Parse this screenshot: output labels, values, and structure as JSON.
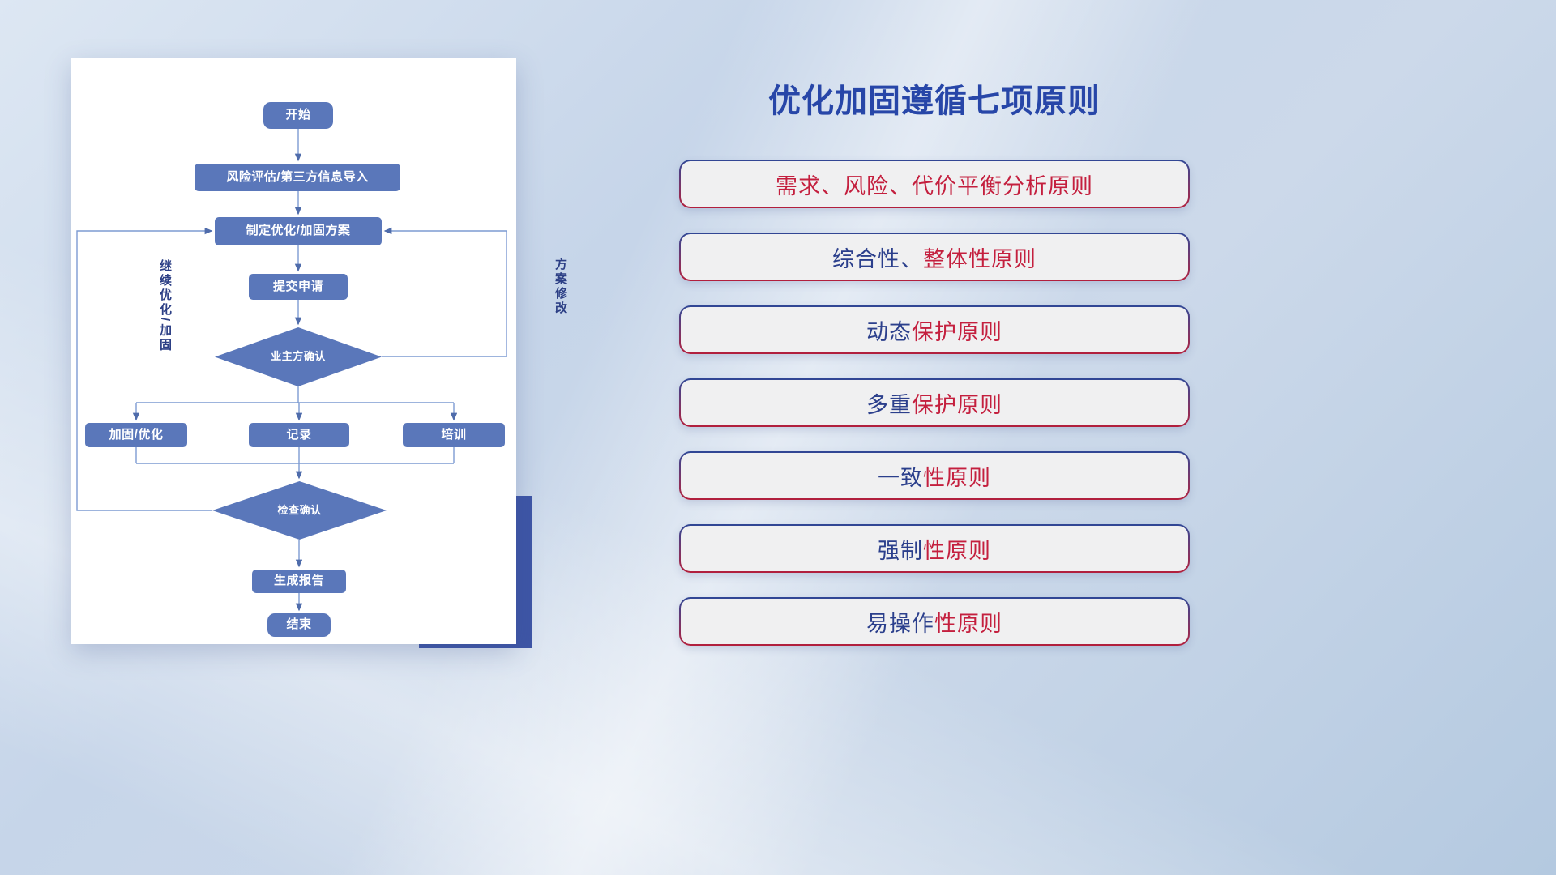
{
  "slide": {
    "title": "优化加固遵循七项原则"
  },
  "flowchart": {
    "nodes": {
      "start": "开始",
      "risk_import": "风险评估/第三方信息导入",
      "make_plan": "制定优化/加固方案",
      "submit": "提交申请",
      "owner_confirm": "业主方确认",
      "reinforce": "加固/优化",
      "record": "记录",
      "training": "培训",
      "check_confirm": "检查确认",
      "report": "生成报告",
      "end": "结束"
    },
    "edge_labels": {
      "continue_loop": "继续优化/加固",
      "revise_loop": "方案修改"
    }
  },
  "principles": {
    "items": [
      {
        "lead": "",
        "tail": "需求、风险、代价平衡分析原则"
      },
      {
        "lead": "综合性、",
        "tail": "整体性原则"
      },
      {
        "lead": "动态",
        "tail": "保护原则"
      },
      {
        "lead": "多重",
        "tail": "保护原则"
      },
      {
        "lead": "一致",
        "tail": "性原则"
      },
      {
        "lead": "强制",
        "tail": "性原则"
      },
      {
        "lead": "易操作",
        "tail": "性原则"
      }
    ]
  },
  "colors": {
    "title_blue": "#2746a8",
    "node_fill": "#5a77ba",
    "connector_blue": "#7d9bd2",
    "principle_lead_navy": "#2b3f8c",
    "principle_tail_red": "#c41f3e",
    "decor_navy": "#3e56a6"
  }
}
